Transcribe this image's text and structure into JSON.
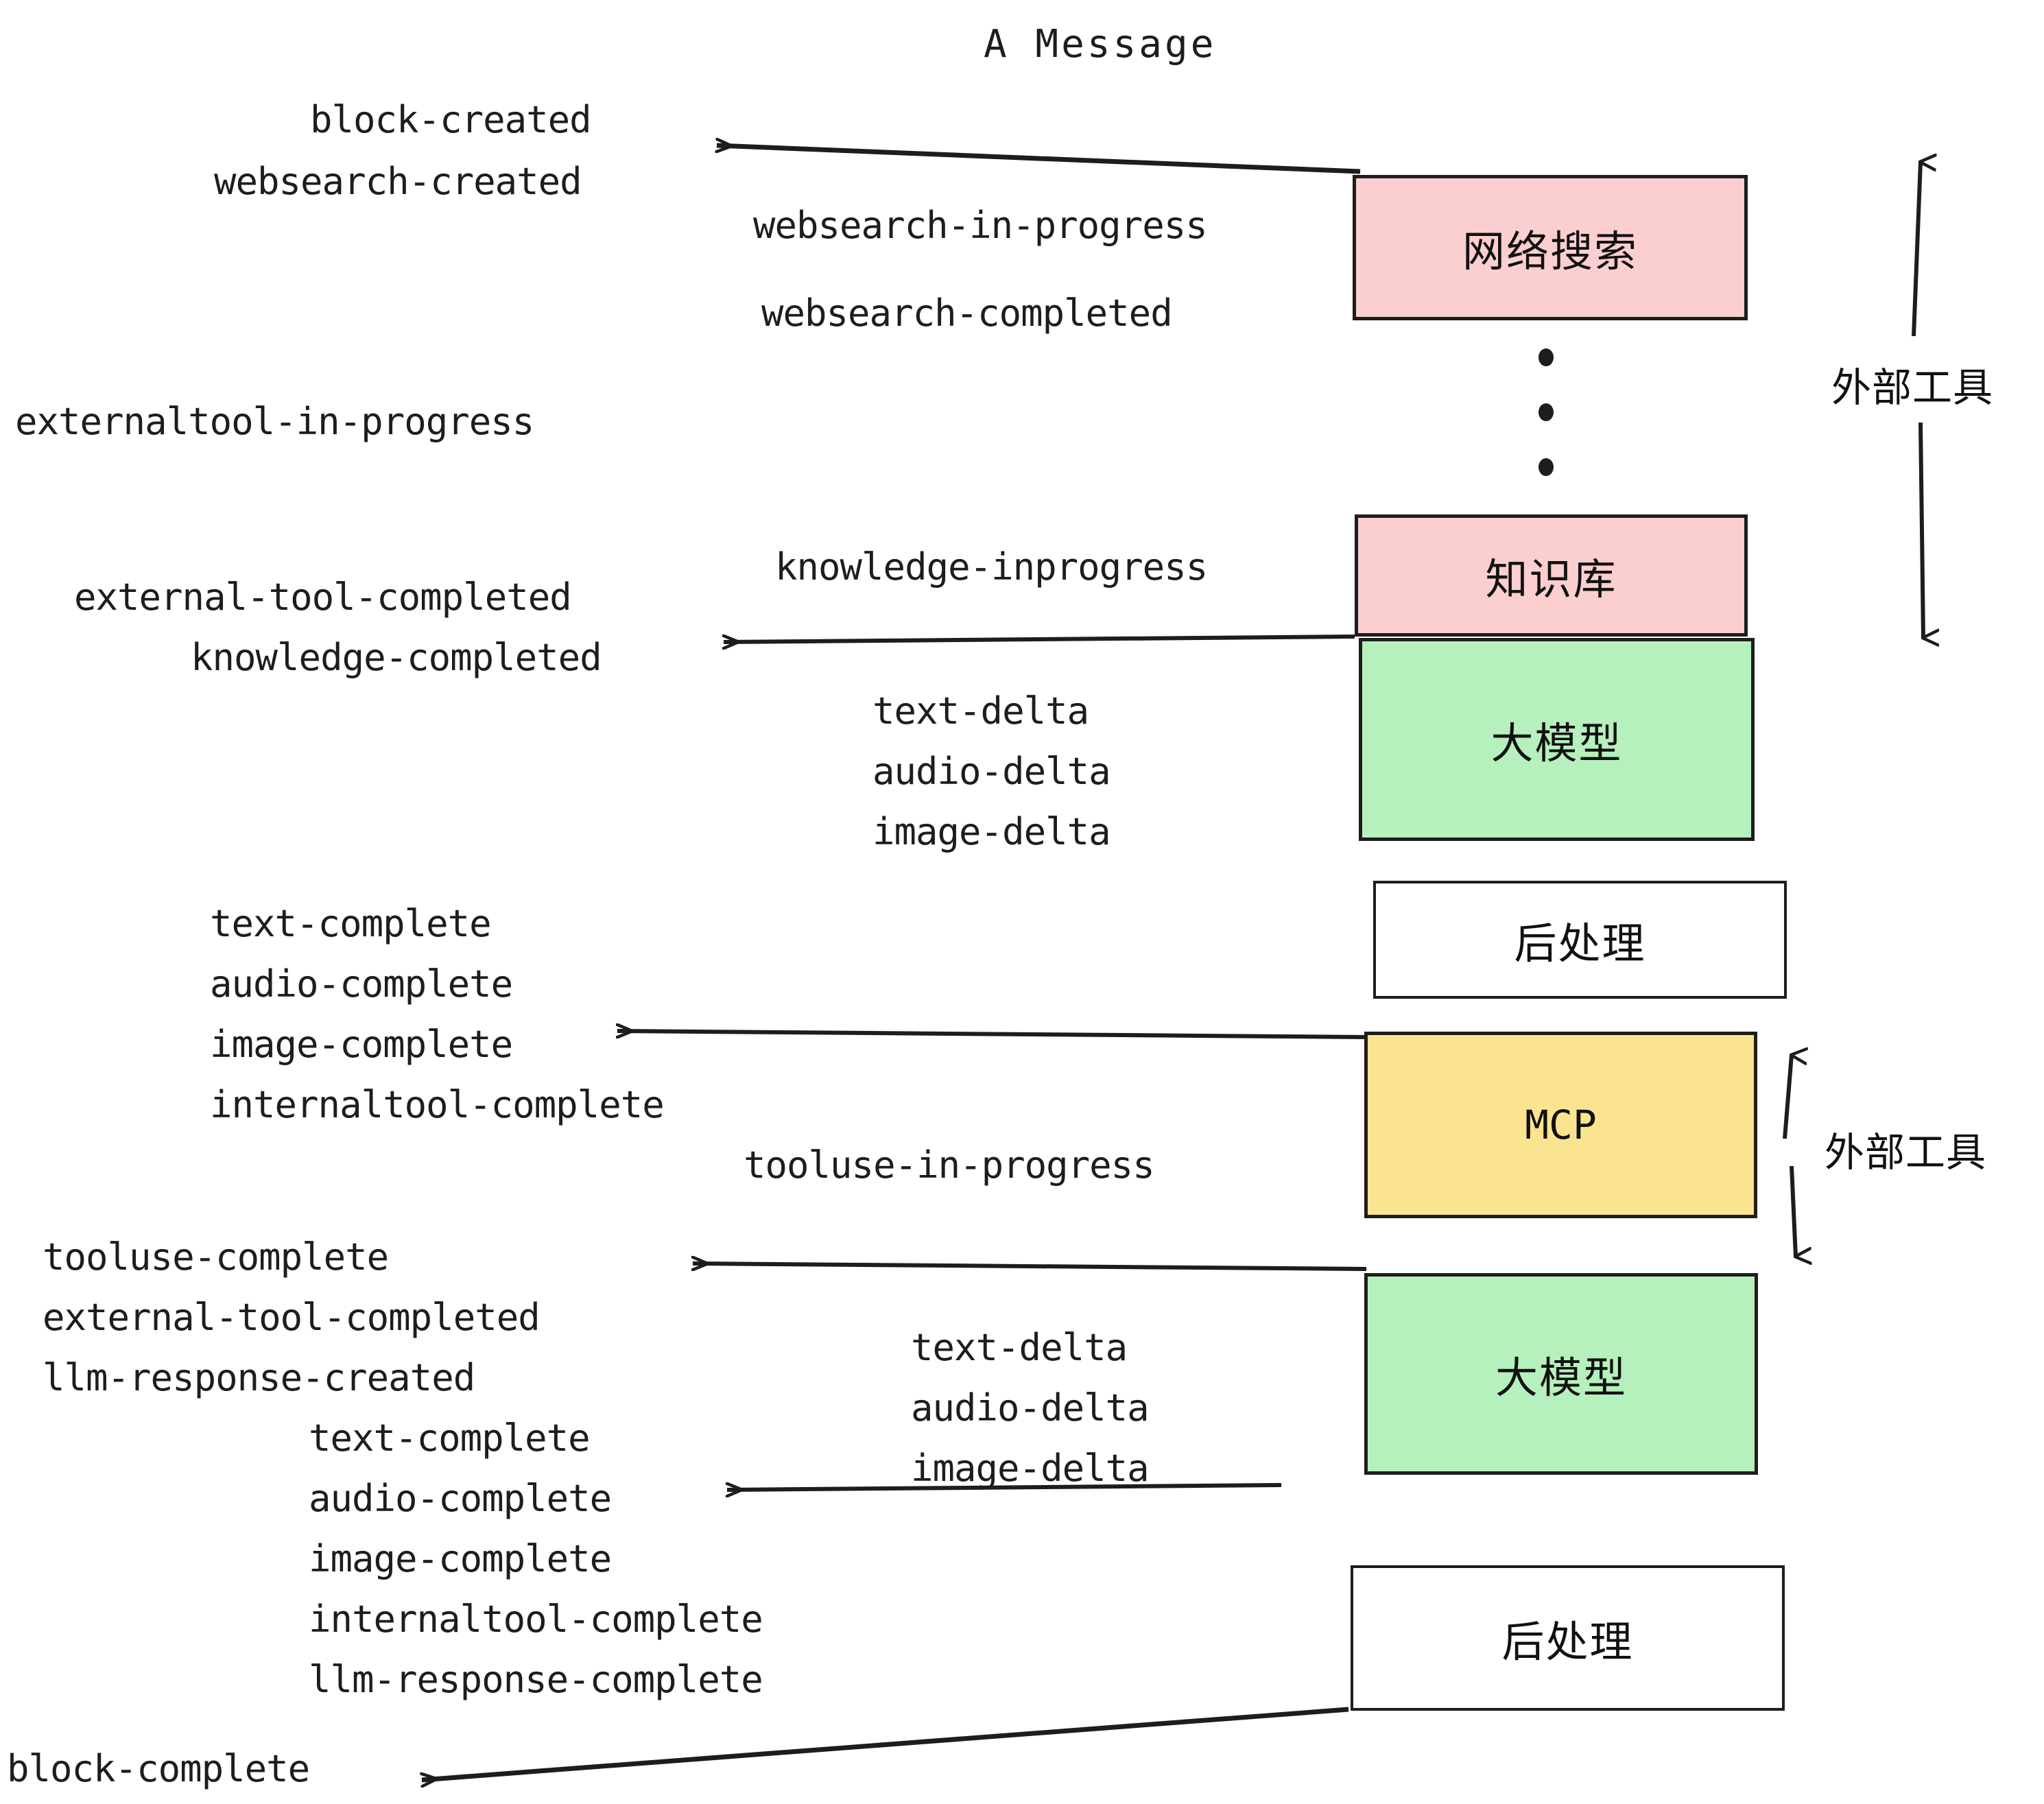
{
  "title": "A Message",
  "colors": {
    "pink": "#fbcfcf",
    "green": "#b6f0bd",
    "yellow": "#fbe48f",
    "white": "#ffffff",
    "stroke": "#1d1d1d",
    "background": "#ffffff"
  },
  "nodes": [
    {
      "id": "websearch",
      "label": "网络搜索",
      "fill": "pink"
    },
    {
      "id": "knowledge",
      "label": "知识库",
      "fill": "pink"
    },
    {
      "id": "llm-1",
      "label": "大模型",
      "fill": "green"
    },
    {
      "id": "postprocess-1",
      "label": "后处理",
      "fill": "white"
    },
    {
      "id": "mcp",
      "label": "MCP",
      "fill": "yellow"
    },
    {
      "id": "llm-2",
      "label": "大模型",
      "fill": "green"
    },
    {
      "id": "postprocess-2",
      "label": "后处理",
      "fill": "white"
    }
  ],
  "side_labels": [
    {
      "id": "external-tool-top",
      "text": "外部工具"
    },
    {
      "id": "external-tool-bottom",
      "text": "外部工具"
    }
  ],
  "events": {
    "block_created": "block-created",
    "websearch_created": "websearch-created",
    "websearch_in_progress": "websearch-in-progress",
    "websearch_completed": "websearch-completed",
    "externaltool_in_progress": "externaltool-in-progress",
    "knowledge_inprogress": "knowledge-inprogress",
    "external_tool_completed_1": "external-tool-completed",
    "knowledge_completed": "knowledge-completed",
    "text_delta_1": "text-delta",
    "audio_delta_1": "audio-delta",
    "image_delta_1": "image-delta",
    "text_complete_1": "text-complete",
    "audio_complete_1": "audio-complete",
    "image_complete_1": "image-complete",
    "internaltool_complete_1": "internaltool-complete",
    "tooluse_in_progress": "tooluse-in-progress",
    "tooluse_complete": "tooluse-complete",
    "external_tool_completed_2": "external-tool-completed",
    "llm_response_created": "llm-response-created",
    "text_delta_2": "text-delta",
    "audio_delta_2": "audio-delta",
    "image_delta_2": "image-delta",
    "text_complete_2": "text-complete",
    "audio_complete_2": "audio-complete",
    "image_complete_2": "image-complete",
    "internaltool_complete_2": "internaltool-complete",
    "llm_response_complete": "llm-response-complete",
    "block_complete": "block-complete"
  }
}
